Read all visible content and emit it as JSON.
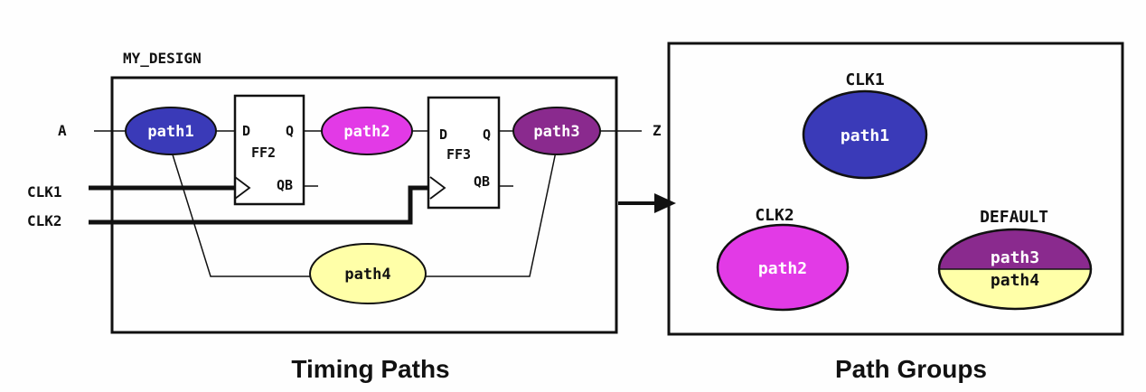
{
  "design_name": "MY_DESIGN",
  "ports": {
    "input": "A",
    "output": "Z",
    "clk1": "CLK1",
    "clk2": "CLK2"
  },
  "flip_flops": {
    "ff2": {
      "name": "FF2",
      "d": "D",
      "q": "Q",
      "qb": "QB"
    },
    "ff3": {
      "name": "FF3",
      "d": "D",
      "q": "Q",
      "qb": "QB"
    }
  },
  "timing_paths": {
    "path1": "path1",
    "path2": "path2",
    "path3": "path3",
    "path4": "path4"
  },
  "path_groups": {
    "clk1": {
      "title": "CLK1",
      "paths": [
        "path1"
      ]
    },
    "clk2": {
      "title": "CLK2",
      "paths": [
        "path2"
      ]
    },
    "default": {
      "title": "DEFAULT",
      "paths": [
        "path3",
        "path4"
      ]
    }
  },
  "captions": {
    "left": "Timing Paths",
    "right": "Path Groups"
  },
  "colors": {
    "path1": "#3a3ab8",
    "path2": "#e23ae6",
    "path3": "#8a2a8e",
    "path4": "#ffffa8",
    "line": "#111111"
  }
}
